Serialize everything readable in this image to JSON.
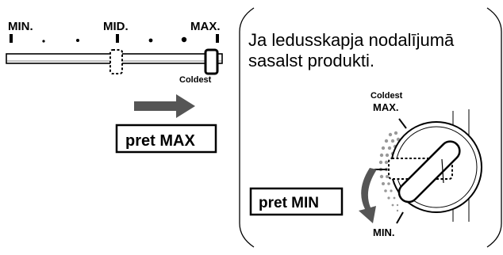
{
  "slider": {
    "min_label": "MIN.",
    "mid_label": "MID.",
    "max_label": "MAX.",
    "coldest_label": "Coldest"
  },
  "left_box": {
    "label": "pret MAX"
  },
  "caption": {
    "line1": "Ja ledusskapja nodalījumā",
    "line2": "sasalst produkti."
  },
  "dial": {
    "coldest_label": "Coldest",
    "max_label": "MAX.",
    "min_label": "MIN."
  },
  "right_box": {
    "label": "pret MIN"
  }
}
